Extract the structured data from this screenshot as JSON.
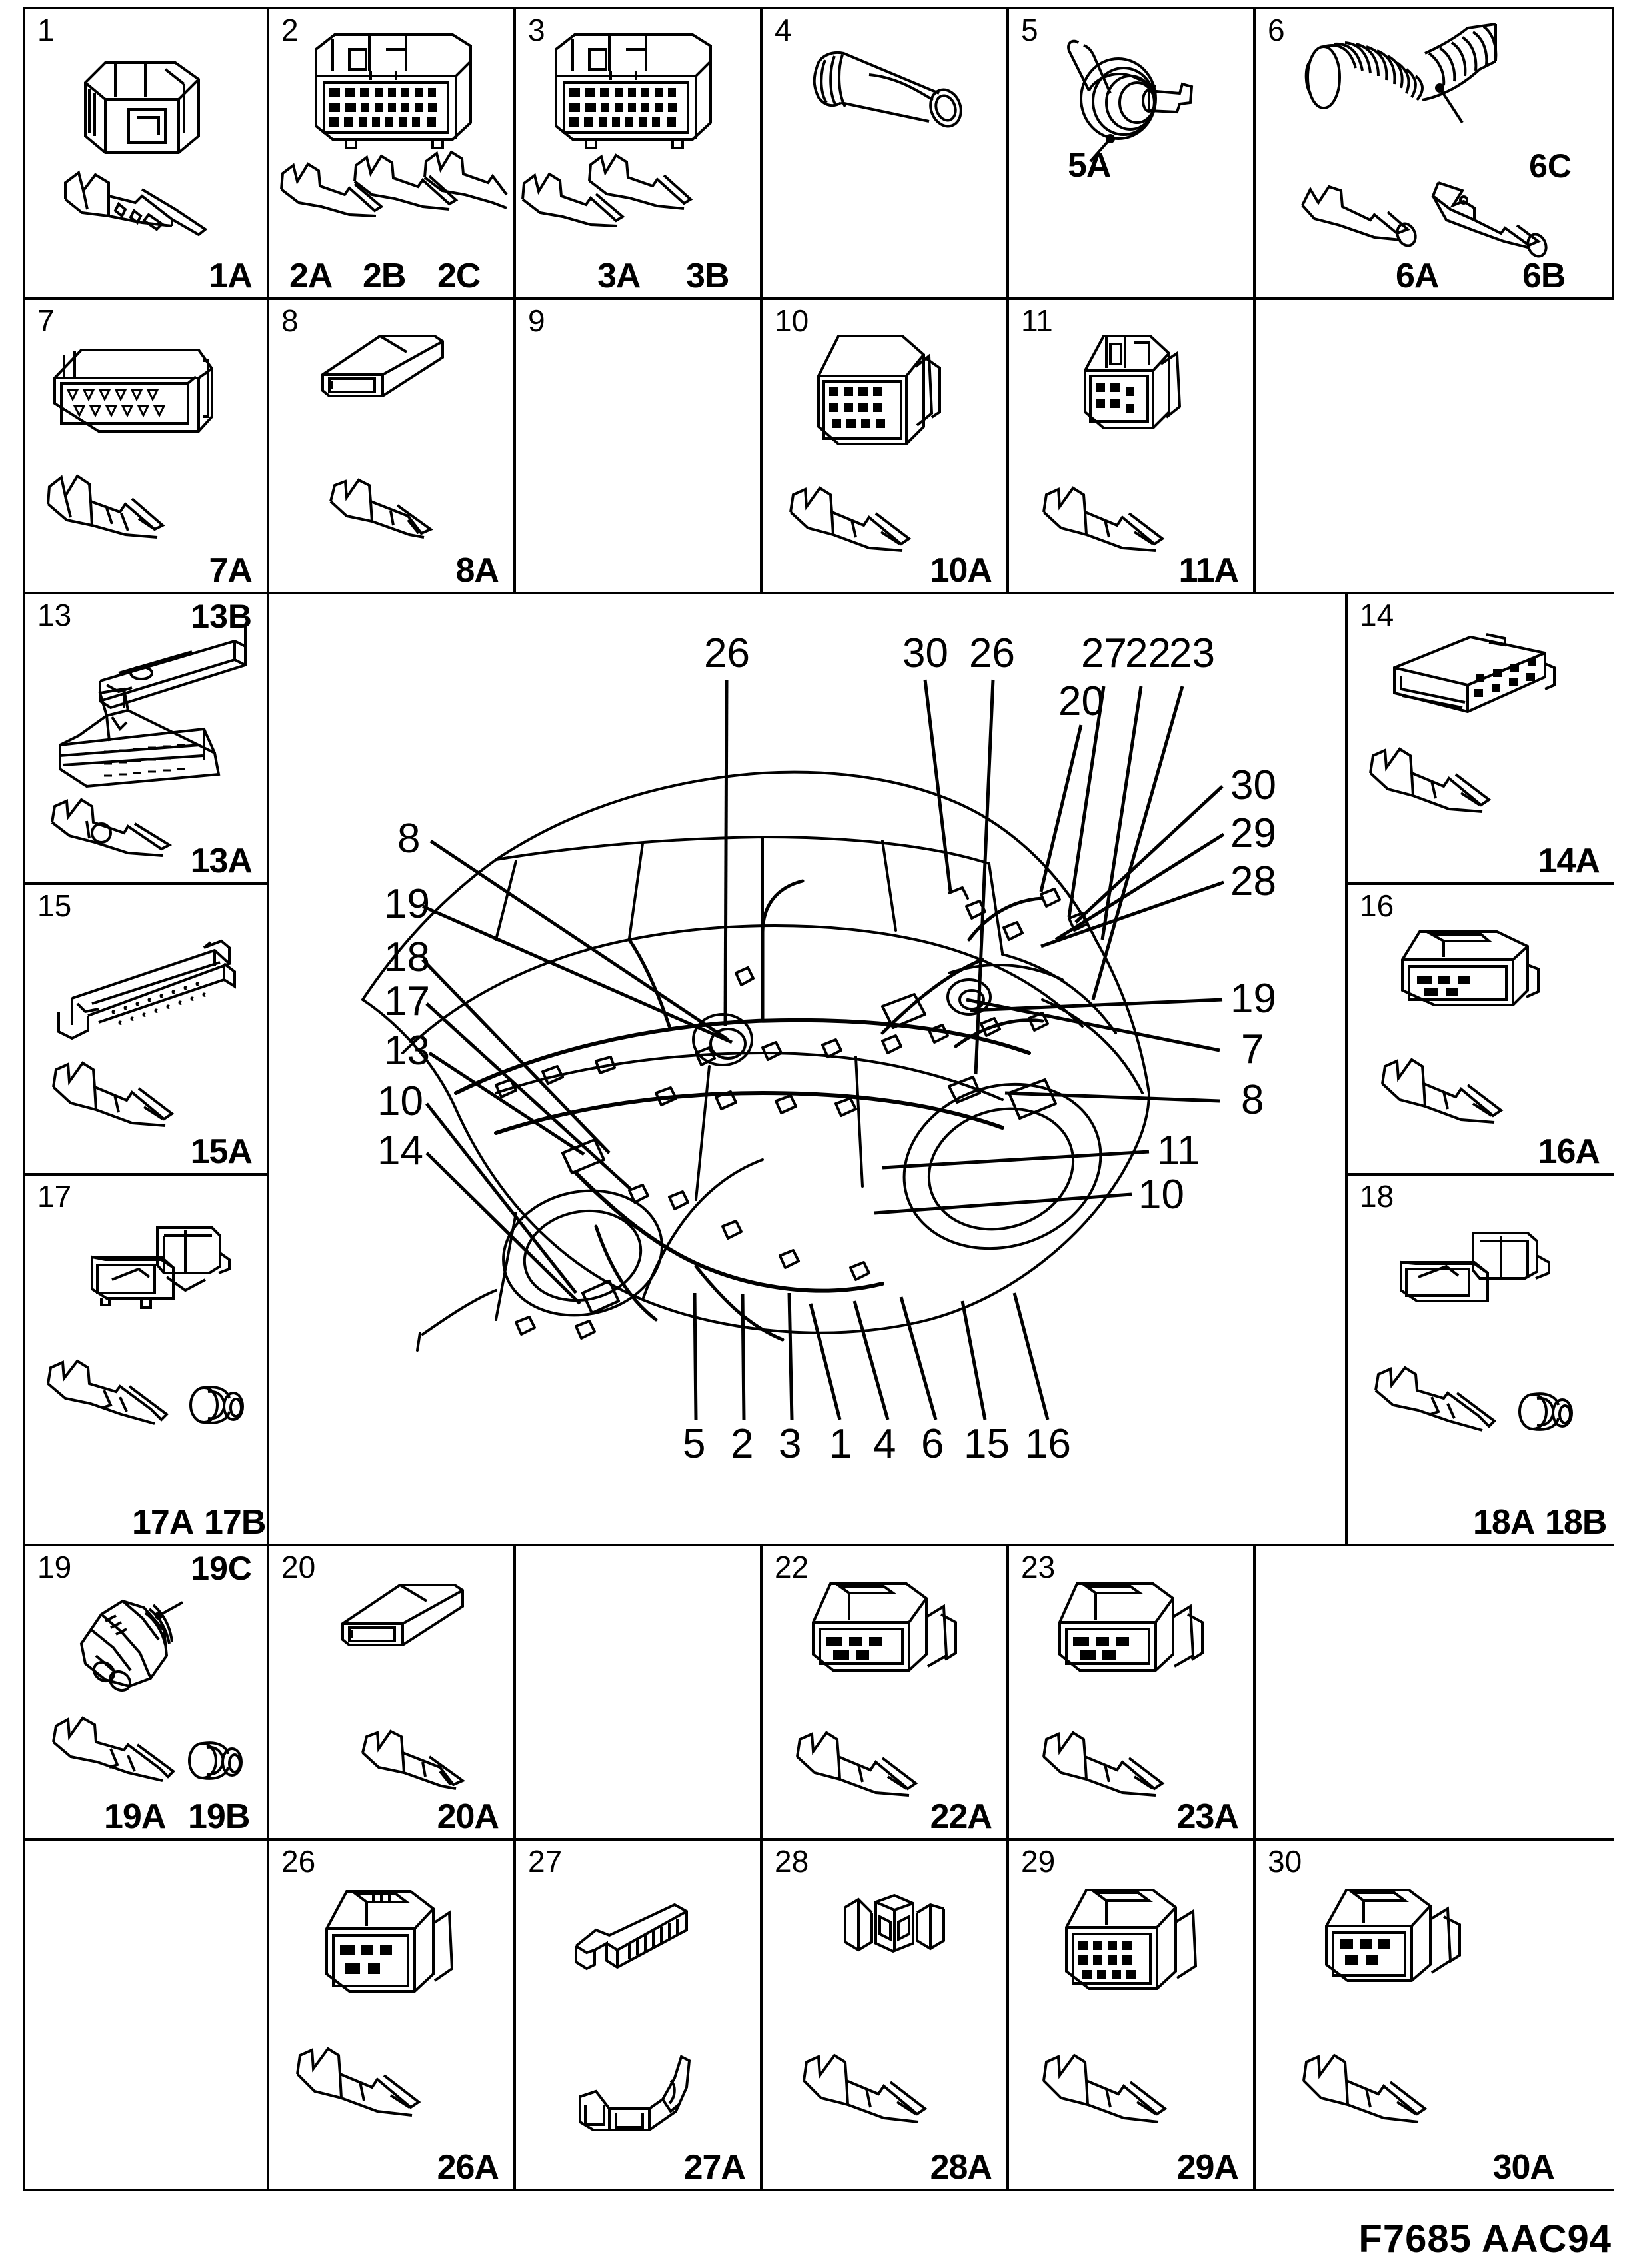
{
  "document": {
    "footer_code": "F7685 AAC94",
    "type": "wiring-connector-parts-plate"
  },
  "panels": [
    {
      "id": "p1",
      "number": "1",
      "sublabels": [
        "1A"
      ]
    },
    {
      "id": "p2",
      "number": "2",
      "sublabels": [
        "2A",
        "2B",
        "2C"
      ]
    },
    {
      "id": "p3",
      "number": "3",
      "sublabels": [
        "3A",
        "3B"
      ]
    },
    {
      "id": "p4",
      "number": "4",
      "sublabels": []
    },
    {
      "id": "p5",
      "number": "5",
      "sublabels": [
        "5A"
      ]
    },
    {
      "id": "p6",
      "number": "6",
      "sublabels": [
        "6A",
        "6B"
      ],
      "corner": "6C"
    },
    {
      "id": "p7",
      "number": "7",
      "sublabels": [
        "7A"
      ]
    },
    {
      "id": "p8",
      "number": "8",
      "sublabels": [
        "8A"
      ]
    },
    {
      "id": "p9",
      "number": "9",
      "sublabels": []
    },
    {
      "id": "p10",
      "number": "10",
      "sublabels": [
        "10A"
      ]
    },
    {
      "id": "p11",
      "number": "11",
      "sublabels": [
        "11A"
      ]
    },
    {
      "id": "p13",
      "number": "13",
      "sublabels": [
        "13A"
      ],
      "corner": "13B"
    },
    {
      "id": "p14",
      "number": "14",
      "sublabels": [
        "14A"
      ]
    },
    {
      "id": "p15",
      "number": "15",
      "sublabels": [
        "15A"
      ]
    },
    {
      "id": "p16",
      "number": "16",
      "sublabels": [
        "16A"
      ]
    },
    {
      "id": "p17",
      "number": "17",
      "sublabels": [
        "17A",
        "17B"
      ]
    },
    {
      "id": "p18",
      "number": "18",
      "sublabels": [
        "18A",
        "18B"
      ]
    },
    {
      "id": "p19",
      "number": "19",
      "sublabels": [
        "19A",
        "19B"
      ],
      "corner": "19C"
    },
    {
      "id": "p20",
      "number": "20",
      "sublabels": [
        "20A"
      ]
    },
    {
      "id": "p21",
      "number": "",
      "sublabels": []
    },
    {
      "id": "p22",
      "number": "22",
      "sublabels": [
        "22A"
      ]
    },
    {
      "id": "p23",
      "number": "23",
      "sublabels": [
        "23A"
      ]
    },
    {
      "id": "p24",
      "number": "",
      "sublabels": []
    },
    {
      "id": "p25",
      "number": "",
      "sublabels": []
    },
    {
      "id": "p26",
      "number": "26",
      "sublabels": [
        "26A"
      ]
    },
    {
      "id": "p27",
      "number": "27",
      "sublabels": [
        "27A"
      ]
    },
    {
      "id": "p28",
      "number": "28",
      "sublabels": [
        "28A"
      ]
    },
    {
      "id": "p29",
      "number": "29",
      "sublabels": [
        "29A"
      ]
    },
    {
      "id": "p30",
      "number": "30",
      "sublabels": [
        "30A"
      ]
    }
  ],
  "panel_labels": {
    "p1_num": "1",
    "p1_a": "1A",
    "p2_num": "2",
    "p2_a": "2A",
    "p2_b": "2B",
    "p2_c": "2C",
    "p3_num": "3",
    "p3_a": "3A",
    "p3_b": "3B",
    "p4_num": "4",
    "p5_num": "5",
    "p5_a": "5A",
    "p6_num": "6",
    "p6_a": "6A",
    "p6_b": "6B",
    "p6_c": "6C",
    "p7_num": "7",
    "p7_a": "7A",
    "p8_num": "8",
    "p8_a": "8A",
    "p9_num": "9",
    "p10_num": "10",
    "p10_a": "10A",
    "p11_num": "11",
    "p11_a": "11A",
    "p13_num": "13",
    "p13_a": "13A",
    "p13_b": "13B",
    "p14_num": "14",
    "p14_a": "14A",
    "p15_num": "15",
    "p15_a": "15A",
    "p16_num": "16",
    "p16_a": "16A",
    "p17_num": "17",
    "p17_a": "17A",
    "p17_b": "17B",
    "p18_num": "18",
    "p18_a": "18A",
    "p18_b": "18B",
    "p19_num": "19",
    "p19_a": "19A",
    "p19_b": "19B",
    "p19_c": "19C",
    "p20_num": "20",
    "p20_a": "20A",
    "p22_num": "22",
    "p22_a": "22A",
    "p23_num": "23",
    "p23_a": "23A",
    "p26_num": "26",
    "p26_a": "26A",
    "p27_num": "27",
    "p27_a": "27A",
    "p28_num": "28",
    "p28_a": "28A",
    "p29_num": "29",
    "p29_a": "29A",
    "p30_num": "30",
    "p30_a": "30A"
  },
  "diagram": {
    "title": "vehicle-wiring-harness-overview",
    "callouts_top": [
      "26",
      "30",
      "26",
      "27",
      "22",
      "23"
    ],
    "callouts_top_extra": [
      "20"
    ],
    "callouts_left": [
      "8",
      "19",
      "18",
      "17",
      "13",
      "10",
      "14"
    ],
    "callouts_right": [
      "30",
      "29",
      "28",
      "19",
      "7",
      "8"
    ],
    "callouts_right_mid": [
      "11",
      "10"
    ],
    "callouts_bottom": [
      "5",
      "2",
      "3",
      "1",
      "4",
      "6",
      "15",
      "16"
    ],
    "c_26a": "26",
    "c_30a": "30",
    "c_26b": "26",
    "c_27": "27",
    "c_22": "22",
    "c_23": "23",
    "c_20": "20",
    "c_l8": "8",
    "c_l19": "19",
    "c_l18": "18",
    "c_l17": "17",
    "c_l13": "13",
    "c_l10": "10",
    "c_l14": "14",
    "c_r30": "30",
    "c_r29": "29",
    "c_r28": "28",
    "c_r19": "19",
    "c_r7": "7",
    "c_r8": "8",
    "c_m11": "11",
    "c_m10": "10",
    "c_b5": "5",
    "c_b2": "2",
    "c_b3": "3",
    "c_b1": "1",
    "c_b4": "4",
    "c_b6": "6",
    "c_b15": "15",
    "c_b16": "16"
  }
}
